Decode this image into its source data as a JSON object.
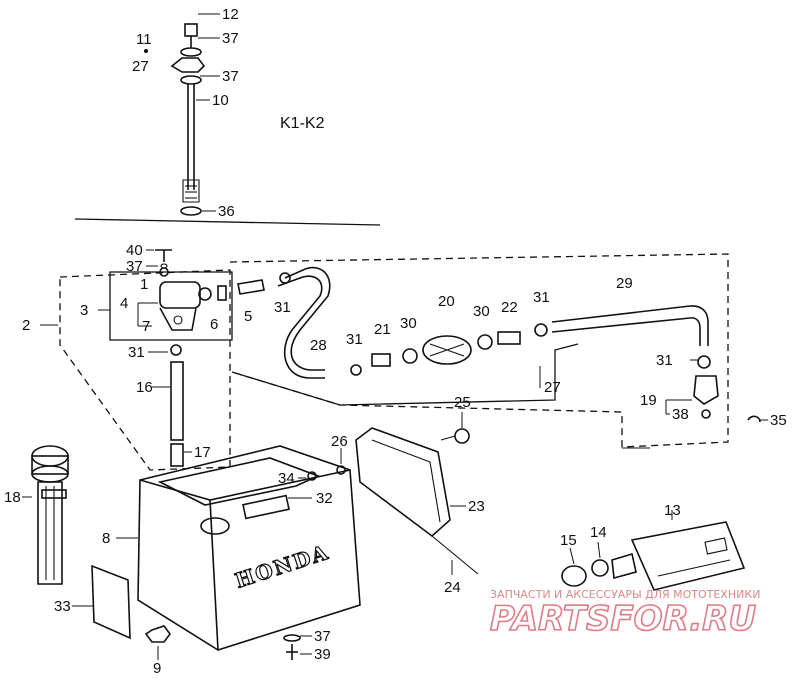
{
  "diagram": {
    "title": "K1-K2",
    "brand_text": "HONDA",
    "watermark": {
      "caption": "ЗАПЧАСТИ И АКСЕССУАРЫ ДЛЯ МОТОТЕХНИКИ",
      "site": "PARTSFOR.RU"
    },
    "callouts": [
      {
        "id": "c12",
        "text": "12"
      },
      {
        "id": "c11",
        "text": "11"
      },
      {
        "id": "c37a",
        "text": "37"
      },
      {
        "id": "c27a",
        "text": "27"
      },
      {
        "id": "c37b",
        "text": "37"
      },
      {
        "id": "c10",
        "text": "10"
      },
      {
        "id": "c36",
        "text": "36"
      },
      {
        "id": "c40",
        "text": "40"
      },
      {
        "id": "c37c",
        "text": "37"
      },
      {
        "id": "c1",
        "text": "1"
      },
      {
        "id": "c3",
        "text": "3"
      },
      {
        "id": "c4",
        "text": "4"
      },
      {
        "id": "c7",
        "text": "7"
      },
      {
        "id": "c6",
        "text": "6"
      },
      {
        "id": "c5",
        "text": "5"
      },
      {
        "id": "c31a",
        "text": "31"
      },
      {
        "id": "c2",
        "text": "2"
      },
      {
        "id": "c31b",
        "text": "31"
      },
      {
        "id": "c16",
        "text": "16"
      },
      {
        "id": "c17",
        "text": "17"
      },
      {
        "id": "c28",
        "text": "28"
      },
      {
        "id": "c31c",
        "text": "31"
      },
      {
        "id": "c21",
        "text": "21"
      },
      {
        "id": "c30a",
        "text": "30"
      },
      {
        "id": "c20",
        "text": "20"
      },
      {
        "id": "c30b",
        "text": "30"
      },
      {
        "id": "c22",
        "text": "22"
      },
      {
        "id": "c31d",
        "text": "31"
      },
      {
        "id": "c29",
        "text": "29"
      },
      {
        "id": "c27b",
        "text": "27"
      },
      {
        "id": "c31e",
        "text": "31"
      },
      {
        "id": "c19",
        "text": "19"
      },
      {
        "id": "c38",
        "text": "38"
      },
      {
        "id": "c35",
        "text": "35"
      },
      {
        "id": "c25",
        "text": "25"
      },
      {
        "id": "c26",
        "text": "26"
      },
      {
        "id": "c34",
        "text": "34"
      },
      {
        "id": "c32",
        "text": "32"
      },
      {
        "id": "c23",
        "text": "23"
      },
      {
        "id": "c18",
        "text": "18"
      },
      {
        "id": "c8",
        "text": "8"
      },
      {
        "id": "c24",
        "text": "24"
      },
      {
        "id": "c13",
        "text": "13"
      },
      {
        "id": "c15",
        "text": "15"
      },
      {
        "id": "c14",
        "text": "14"
      },
      {
        "id": "c33",
        "text": "33"
      },
      {
        "id": "c9",
        "text": "9"
      },
      {
        "id": "c37d",
        "text": "37"
      },
      {
        "id": "c39",
        "text": "39"
      }
    ]
  }
}
